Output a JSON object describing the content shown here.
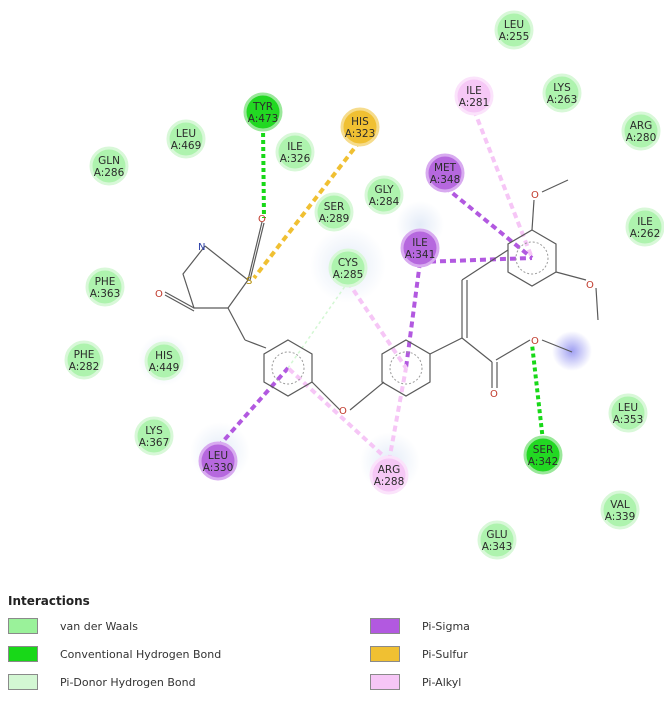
{
  "legend": {
    "title": "Interactions",
    "items": [
      {
        "label": "van der Waals",
        "color": "#9af29a"
      },
      {
        "label": "Conventional Hydrogen Bond",
        "color": "#18d818"
      },
      {
        "label": "Pi-Donor Hydrogen Bond",
        "color": "#d3f7d3"
      },
      {
        "label": "Pi-Sigma",
        "color": "#b259e0"
      },
      {
        "label": "Pi-Sulfur",
        "color": "#f0c032"
      },
      {
        "label": "Pi-Alkyl",
        "color": "#f6c6f6"
      }
    ]
  },
  "residues": [
    {
      "id": "leu255",
      "name": "LEU",
      "num": "A:255",
      "type": "vdw"
    },
    {
      "id": "ile281",
      "name": "ILE",
      "num": "A:281",
      "type": "pi-alkyl"
    },
    {
      "id": "lys263",
      "name": "LYS",
      "num": "A:263",
      "type": "vdw"
    },
    {
      "id": "arg280",
      "name": "ARG",
      "num": "A:280",
      "type": "vdw"
    },
    {
      "id": "tyr473",
      "name": "TYR",
      "num": "A:473",
      "type": "hbond"
    },
    {
      "id": "his323",
      "name": "HIS",
      "num": "A:323",
      "type": "pi-sulfur"
    },
    {
      "id": "leu469",
      "name": "LEU",
      "num": "A:469",
      "type": "vdw"
    },
    {
      "id": "ile326",
      "name": "ILE",
      "num": "A:326",
      "type": "vdw"
    },
    {
      "id": "met348",
      "name": "MET",
      "num": "A:348",
      "type": "pi-sigma"
    },
    {
      "id": "gln286",
      "name": "GLN",
      "num": "A:286",
      "type": "vdw"
    },
    {
      "id": "gly284",
      "name": "GLY",
      "num": "A:284",
      "type": "vdw"
    },
    {
      "id": "ser289",
      "name": "SER",
      "num": "A:289",
      "type": "vdw"
    },
    {
      "id": "ile262",
      "name": "ILE",
      "num": "A:262",
      "type": "vdw"
    },
    {
      "id": "ile341",
      "name": "ILE",
      "num": "A:341",
      "type": "pi-sigma"
    },
    {
      "id": "cys285",
      "name": "CYS",
      "num": "A:285",
      "type": "vdw"
    },
    {
      "id": "phe363",
      "name": "PHE",
      "num": "A:363",
      "type": "vdw"
    },
    {
      "id": "phe282",
      "name": "PHE",
      "num": "A:282",
      "type": "vdw"
    },
    {
      "id": "his449",
      "name": "HIS",
      "num": "A:449",
      "type": "vdw"
    },
    {
      "id": "leu353",
      "name": "LEU",
      "num": "A:353",
      "type": "vdw"
    },
    {
      "id": "lys367",
      "name": "LYS",
      "num": "A:367",
      "type": "vdw"
    },
    {
      "id": "ser342",
      "name": "SER",
      "num": "A:342",
      "type": "hbond"
    },
    {
      "id": "leu330",
      "name": "LEU",
      "num": "A:330",
      "type": "pi-sigma"
    },
    {
      "id": "arg288",
      "name": "ARG",
      "num": "A:288",
      "type": "pi-alkyl"
    },
    {
      "id": "val339",
      "name": "VAL",
      "num": "A:339",
      "type": "vdw"
    },
    {
      "id": "glu343",
      "name": "GLU",
      "num": "A:343",
      "type": "vdw"
    }
  ],
  "atoms": {
    "oxygen": "O",
    "nitrogen": "N",
    "sulfur": "S"
  },
  "interaction_colors": {
    "vdw": "#9af29a",
    "hbond": "#18d818",
    "pi-donor": "#d3f7d3",
    "pi-sigma": "#b259e0",
    "pi-sulfur": "#f0c032",
    "pi-alkyl": "#f6c6f6"
  }
}
